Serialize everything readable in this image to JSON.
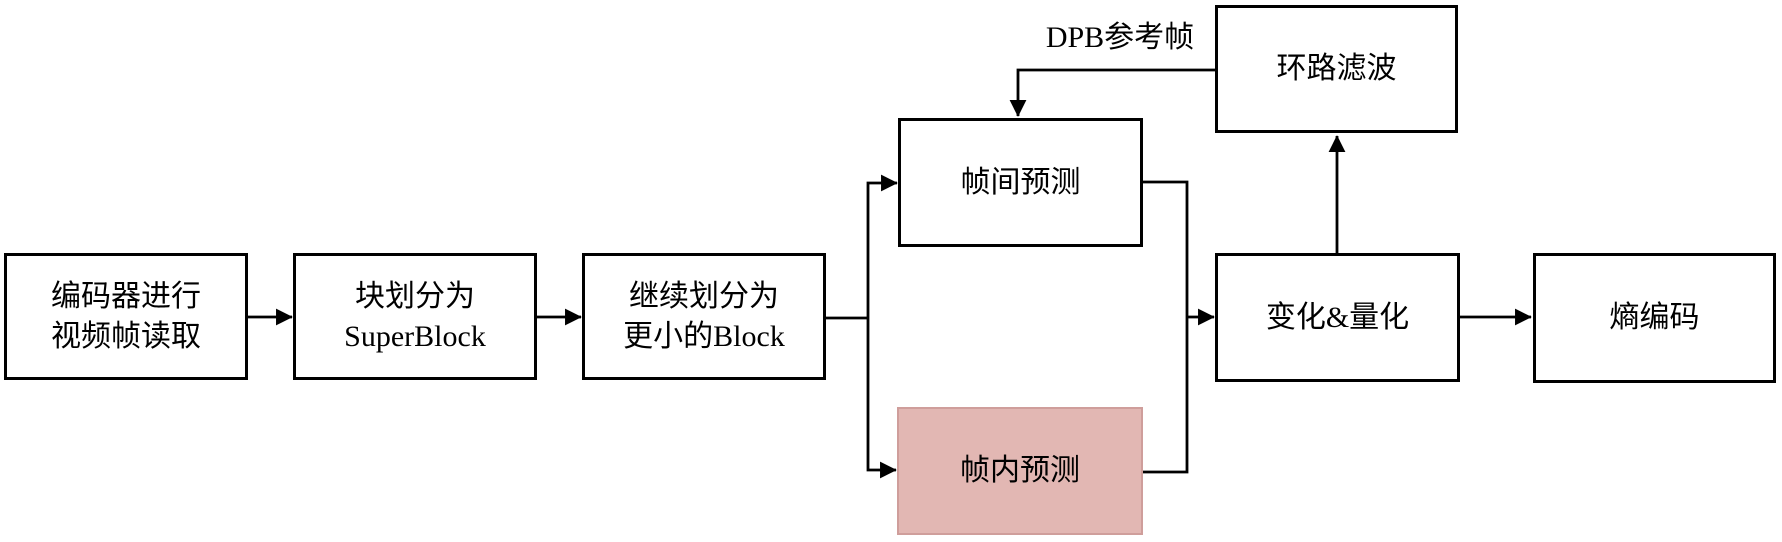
{
  "diagram": {
    "nodes": {
      "frame_read": {
        "line1": "编码器进行",
        "line2": "视频帧读取"
      },
      "superblock": {
        "line1": "块划分为",
        "line2": "SuperBlock"
      },
      "smaller_block": {
        "line1": "继续划分为",
        "line2": "更小的Block"
      },
      "inter_prediction": {
        "label": "帧间预测"
      },
      "intra_prediction": {
        "label": "帧内预测"
      },
      "loop_filter": {
        "label": "环路滤波"
      },
      "transform_quantize": {
        "label": "变化&量化"
      },
      "entropy_coding": {
        "label": "熵编码"
      }
    },
    "edge_labels": {
      "dpb_reference_frame": "DPB参考帧"
    },
    "colors": {
      "background": "#ffffff",
      "node_fill": "#ffffff",
      "node_border": "#000000",
      "connector": "#000000",
      "text": "#000000",
      "highlight_fill": "#e2b7b3",
      "highlight_border": "#cf9e9b"
    }
  }
}
